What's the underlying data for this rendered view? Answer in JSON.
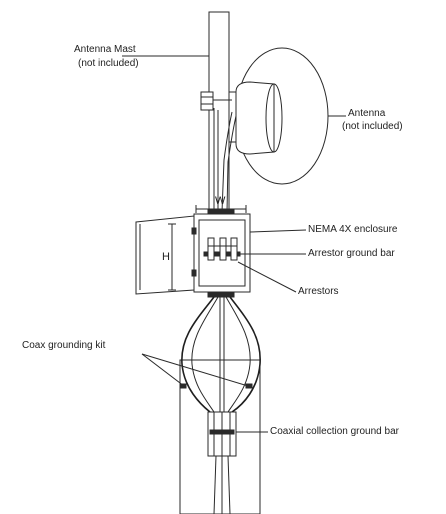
{
  "labels": {
    "antenna_mast_line1": "Antenna Mast",
    "antenna_mast_line2": "(not included)",
    "antenna_line1": "Antenna",
    "antenna_line2": "(not included)",
    "enclosure": "NEMA 4X enclosure",
    "arrestor_ground_bar": "Arrestor ground bar",
    "arrestors": "Arrestors",
    "coax_grounding_kit": "Coax grounding kit",
    "coaxial_collection_ground_bar": "Coaxial collection ground bar",
    "dim_width": "W",
    "dim_height": "H"
  }
}
